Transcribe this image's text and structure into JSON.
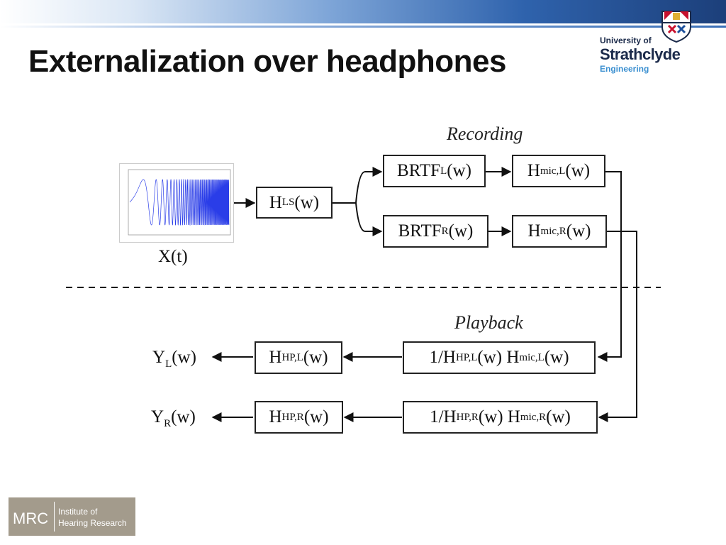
{
  "slide": {
    "title": "Externalization over headphones"
  },
  "logo": {
    "line1": "University of",
    "line2": "Strathclyde",
    "line3": "Engineering"
  },
  "diagram": {
    "recording_label": "Recording",
    "playback_label": "Playback",
    "input_label": "X(t)",
    "h_ls": {
      "main": "H",
      "sub": "LS",
      "tail": "(w)"
    },
    "brtf_l": {
      "main": "BRTF",
      "sub": "L",
      "tail": "(w)"
    },
    "brtf_r": {
      "main": "BRTF",
      "sub": "R",
      "tail": "(w)"
    },
    "hmic_l": {
      "main": "H",
      "sub": "mic,L",
      "tail": "(w)"
    },
    "hmic_r": {
      "main": "H",
      "sub": "mic,R",
      "tail": "(w)"
    },
    "eq_l": {
      "pre": "1/H",
      "sub1": "HP,L",
      "mid": "(w) H",
      "sub2": "mic,L",
      "tail": "(w)"
    },
    "eq_r": {
      "pre": "1/H",
      "sub1": "HP,R",
      "mid": "(w) H",
      "sub2": "mic,R",
      "tail": "(w)"
    },
    "hhp_l": {
      "main": "H",
      "sub": "HP,L",
      "tail": "(w)"
    },
    "hhp_r": {
      "main": "H",
      "sub": "HP,R",
      "tail": "(w)"
    },
    "y_l": {
      "main": "Y",
      "sub": "L",
      "tail": "(w)"
    },
    "y_r": {
      "main": "Y",
      "sub": "R",
      "tail": "(w)"
    }
  },
  "footer": {
    "mrc": "MRC",
    "institute_line1": "Institute of",
    "institute_line2": "Hearing Research"
  }
}
